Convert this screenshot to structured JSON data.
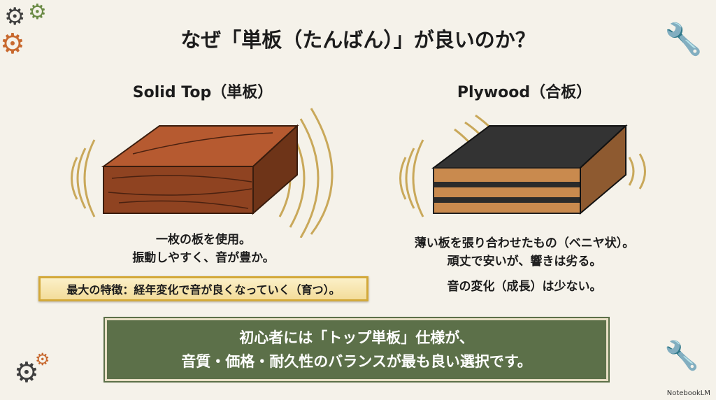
{
  "title": "なぜ「単板（たんばん）」が良いのか？",
  "left": {
    "heading": "Solid Top（単板）",
    "line1": "一枚の板を使用。",
    "line2": "振動しやすく、音が豊か。",
    "highlight": "最大の特徴：経年変化で音が良くなっていく（育つ）。"
  },
  "right": {
    "heading": "Plywood（合板）",
    "line1": "薄い板を張り合わせたもの（ベニヤ状）。",
    "line2": "頑丈で安いが、響きは劣る。",
    "line3": "音の変化（成長）は少ない。"
  },
  "banner": {
    "line1": "初心者には「トップ単板」仕様が、",
    "line2": "音質・価格・耐久性のバランスが最も良い選択です。"
  },
  "logo": "NotebookLM",
  "colors": {
    "banner": "#5c7049",
    "highlight_border": "#d3a93a",
    "wood": "#9a4a25",
    "plywood_top": "#2e2e2e"
  }
}
